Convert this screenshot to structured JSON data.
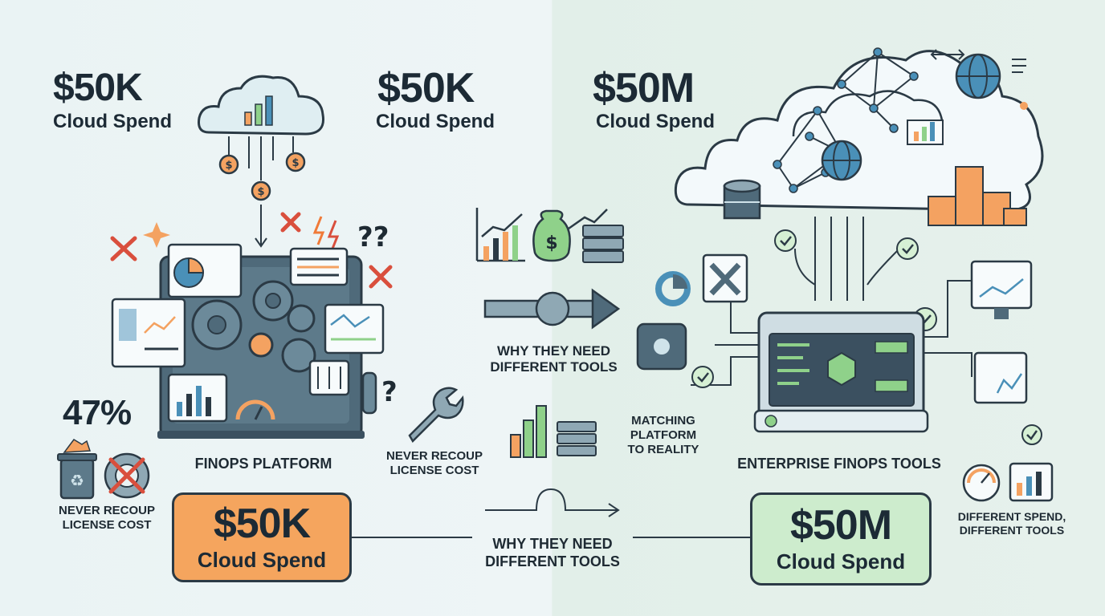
{
  "left": {
    "heading_amount": "$50K",
    "heading_label": "Cloud Spend",
    "stat": "47%",
    "waste_caption": "NEVER RECOUP\nLICENSE COST",
    "platform_caption": "FINOPS PLATFORM",
    "callout_amount": "$50K",
    "callout_label": "Cloud Spend"
  },
  "middle": {
    "heading_amount": "$50K",
    "heading_label": "Cloud Spend",
    "why_caption_top": "WHY THEY NEED\nDIFFERENT TOOLS",
    "recoup_caption": "NEVER RECOUP\nLICENSE COST",
    "why_caption_bottom": "WHY THEY NEED\nDIFFERENT TOOLS"
  },
  "right": {
    "heading_amount": "$50M",
    "heading_label": "Cloud Spend",
    "matching_caption": "MATCHING\nPLATFORM\nTO REALITY",
    "enterprise_caption": "ENTERPRISE FINOPS TOOLS",
    "different_caption": "DIFFERENT SPEND,\nDIFFERENT TOOLS",
    "callout_amount": "$50M",
    "callout_label": "Cloud Spend"
  },
  "colors": {
    "ink": "#2b3a45",
    "orange": "#f4a261",
    "green": "#8fd18a",
    "blue": "#4a90b8",
    "red": "#d94f3d",
    "callout_left_bg": "#f5a55e",
    "callout_right_bg": "#cdeccd"
  }
}
